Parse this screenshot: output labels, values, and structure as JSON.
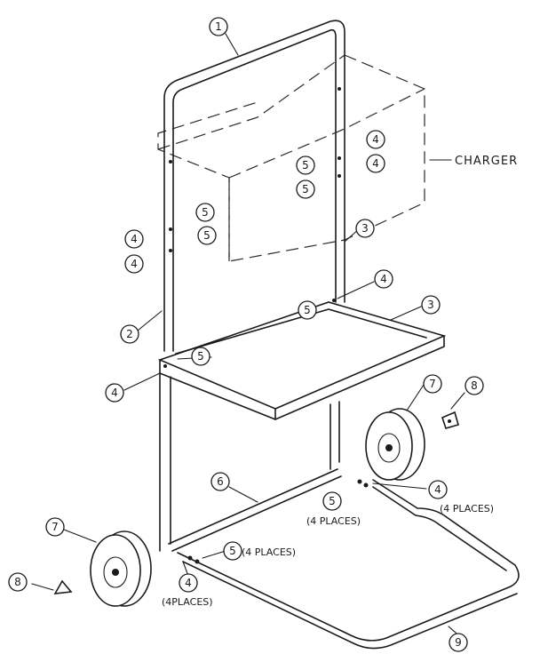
{
  "labels": {
    "charger": "CHARGER",
    "four_places": "(4 PLACES)",
    "four_places_tight": "(4PLACES)"
  },
  "callouts": {
    "c1": "1",
    "c2": "2",
    "c3": "3",
    "c3b": "3",
    "c4a": "4",
    "c4b": "4",
    "c4c": "4",
    "c4d": "4",
    "c4e": "4",
    "c4f": "4",
    "c4g": "4",
    "c4h": "4",
    "c5a": "5",
    "c5b": "5",
    "c5c": "5",
    "c5d": "5",
    "c5e": "5",
    "c5f": "5",
    "c5g": "5",
    "c5h": "5",
    "c6": "6",
    "c7a": "7",
    "c7b": "7",
    "c8a": "8",
    "c8b": "8",
    "c9": "9"
  }
}
